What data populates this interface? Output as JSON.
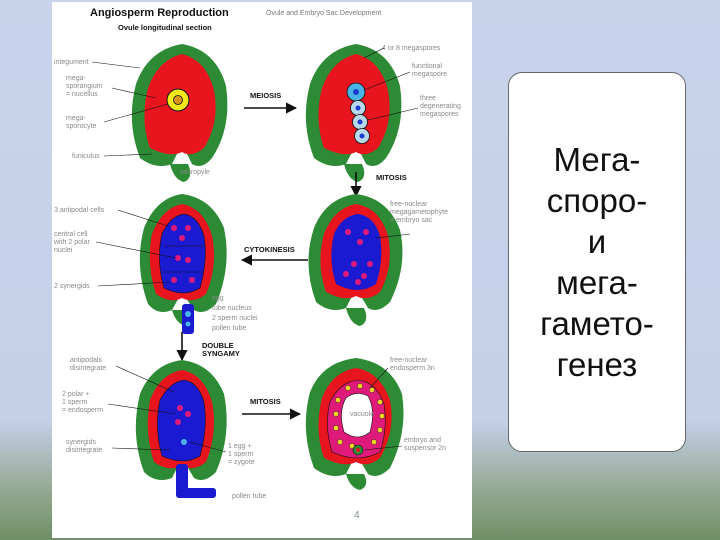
{
  "diagram": {
    "title": "Angiosperm Reproduction",
    "subtitle": "Ovule and Embryo Sac Development",
    "section_title": "Ovule longitudinal section",
    "labels": {
      "integument": "integument",
      "mega_sporangium": "mega-\nsporangium\n= nucellus",
      "megasporocyte": "mega-\nsporocyte",
      "funiculus": "funiculus",
      "micropyle": "micropyle",
      "four_megaspores": "4 or 8 megaspores",
      "functional_megaspore": "functional\nmegaspore",
      "three_degenerating": "three\ndegenerating\nmegaspores",
      "antipodal_cells": "3 antipodal cells",
      "central_cell": "central cell\nwith 2 polar\nnuclei",
      "two_synergids": "2 synergids",
      "egg": "egg",
      "tube_nucleus": "tube nucleus",
      "two_sperm": "2 sperm nuclei",
      "pollen_tube": "pollen tube",
      "free_nuclear_megagametophyte": "free-nuclear\nmegagametophyte\n= embryo sac",
      "antipodals_disintegrate": "antipodals\ndisintegrate",
      "endosperm_formula": "2 polar +\n1 sperm\n= endosperm",
      "synergids_disintegrate": "synergids\ndisintegrate",
      "zygote_formula": "1 egg +\n1 sperm\n= zygote",
      "pollen_tube_2": "pollen tube",
      "free_nuclear_endosperm": "free-nuclear\nendosperm 3n",
      "vacuole": "vacuole",
      "embryo_stage": "embryo and\nsuspensor 2n"
    },
    "stages": {
      "meiosis": "MEIOSIS",
      "mitosis_1": "MITOSIS",
      "cytokinesis": "CYTOKINESIS",
      "double_syngamy": "DOUBLE\nSYNGAMY",
      "mitosis_2": "MITOSIS"
    },
    "colors": {
      "integument": "#2e8b35",
      "nucellus": "#e8141e",
      "embryo_sac": "#1a1ad0",
      "nucleus": "#e01a7a",
      "megaspore": "#49b4e6",
      "egg_yellow": "#f3e81a",
      "endosperm_dot": "#f0d42a"
    }
  },
  "slide": {
    "russian_text": "Мега-\nспоро-\nи\nмега-\nгамето-\nгенез",
    "page_number": "4"
  }
}
